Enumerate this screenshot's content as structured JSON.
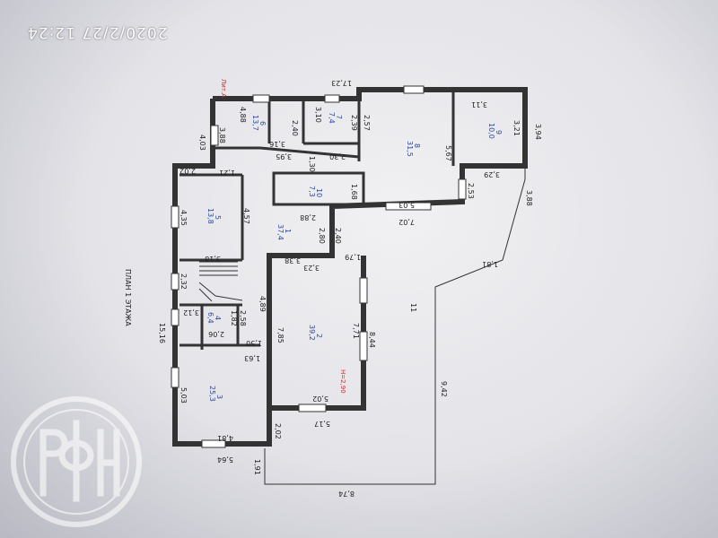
{
  "photo": {
    "timestamp": "2020/2/27 12:24"
  },
  "plan": {
    "title": "ПЛАН 1 ЭТАЖА",
    "stamp": "Лит.А",
    "height_mark": "H=2,90",
    "rooms": [
      {
        "number": "1",
        "area": "37,4"
      },
      {
        "number": "2",
        "area": "39,2"
      },
      {
        "number": "3",
        "area": "25,3"
      },
      {
        "number": "4",
        "area": "6,4"
      },
      {
        "number": "5",
        "area": "13,8"
      },
      {
        "number": "6",
        "area": "13,7"
      },
      {
        "number": "7",
        "area": "7,4"
      },
      {
        "number": "8",
        "area": "31,5"
      },
      {
        "number": "9",
        "area": "10,0"
      },
      {
        "number": "10",
        "area": "7,3"
      },
      {
        "number": "11",
        "area": ""
      }
    ],
    "dimensions": [
      "17,23",
      "4,88",
      "3,10",
      "3,11",
      "3,21",
      "3,94",
      "5,67",
      "3,29",
      "3,88",
      "2,53",
      "1,81",
      "2,40",
      "2,39",
      "2,57",
      "3,16",
      "3,95",
      "2,30",
      "1,30",
      "4,03",
      "3,88",
      "2,02",
      "1,21",
      "4,35",
      "3,18",
      "4,57",
      "1,68",
      "5,03",
      "7,02",
      "2,88",
      "2,80",
      "2,40",
      "1,79",
      "3,38",
      "3,23",
      "2,32",
      "3,12",
      "1,82",
      "2,58",
      "4,89",
      "2,06",
      "1,50",
      "1,63",
      "7,85",
      "7,71",
      "8,44",
      "15,16",
      "5,03",
      "5,02",
      "4,81",
      "5,64",
      "2,02",
      "5,17",
      "1,91",
      "8,74",
      "9,42",
      "11"
    ]
  },
  "logo": {
    "letters": "РФН"
  }
}
